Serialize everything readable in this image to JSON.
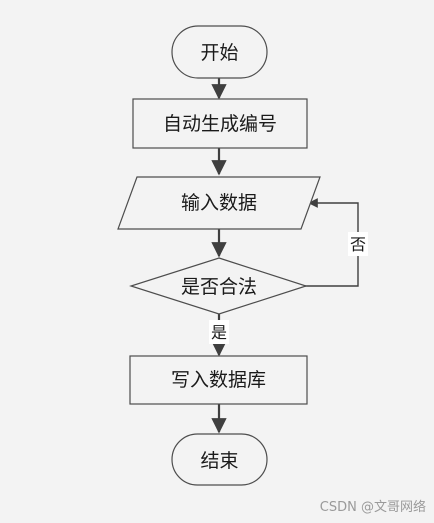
{
  "flowchart": {
    "nodes": {
      "start": "开始",
      "generate_id": "自动生成编号",
      "input_data": "输入数据",
      "is_valid": "是否合法",
      "write_db": "写入数据库",
      "end": "结束"
    },
    "edges": {
      "yes_label": "是",
      "no_label": "否"
    }
  },
  "watermark": "CSDN @文哥网络",
  "colors": {
    "background": "#f3f3f3",
    "shape_fill": "#f3f3f3",
    "shape_stroke": "#4d4d4d",
    "arrow": "#3f3f3f"
  }
}
